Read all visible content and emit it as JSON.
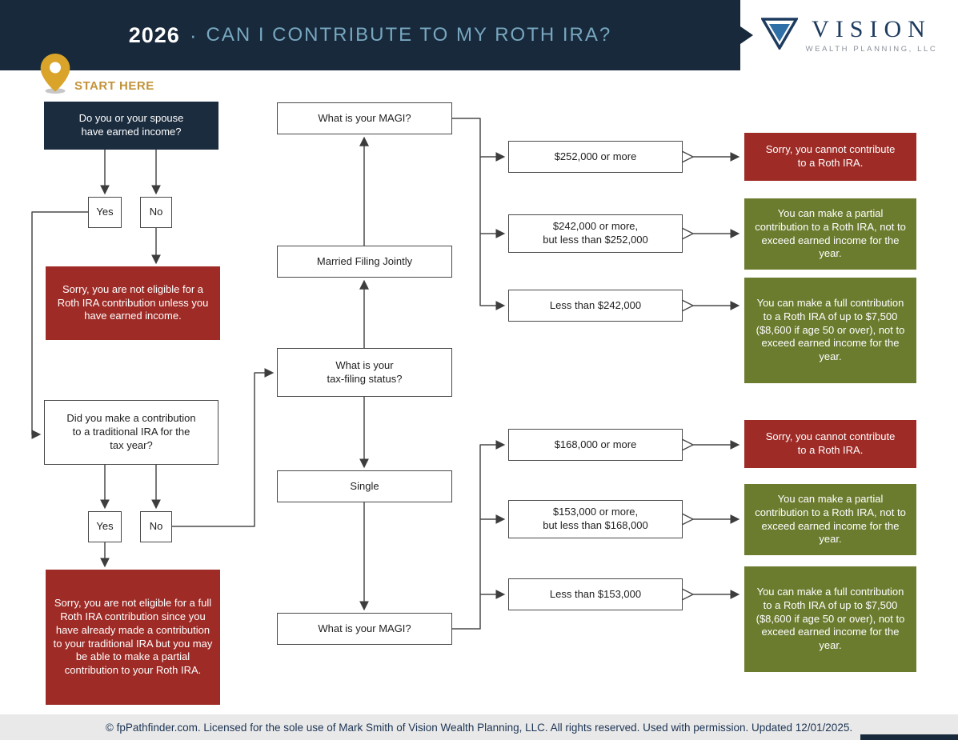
{
  "header": {
    "year": "2026",
    "separator": "·",
    "title": "CAN I CONTRIBUTE TO MY ROTH IRA?",
    "logo": {
      "brand": "VISION",
      "subtitle": "WEALTH PLANNING, LLC"
    }
  },
  "start": {
    "label": "START HERE"
  },
  "nodes": {
    "earned_income_q": "Do you or your spouse\nhave earned income?",
    "earned_income_yes": "Yes",
    "earned_income_no": "No",
    "no_income_result": "Sorry, you are not eligible for a Roth IRA contribution unless you have earned income.",
    "traditional_ira_q": "Did you make a contribution\nto a traditional IRA for the\ntax year?",
    "traditional_yes": "Yes",
    "traditional_no": "No",
    "traditional_result": "Sorry, you are not eligible for a full Roth IRA contribution since you have already made a contribution to your traditional IRA but you may be able to make a partial contribution to your Roth IRA.",
    "filing_status_q": "What is your\ntax-filing status?",
    "married": "Married Filing Jointly",
    "married_magi_q": "What is your MAGI?",
    "married_magi_high": "$252,000 or more",
    "married_magi_mid": "$242,000 or more,\nbut less than $252,000",
    "married_magi_low": "Less than $242,000",
    "married_result_none": "Sorry, you cannot contribute to a Roth IRA.",
    "married_result_partial": "You can make a partial contribution to a Roth IRA, not to exceed earned income for the year.",
    "married_result_full": "You can make a full contribution to a Roth IRA of up to $7,500 ($8,600 if age 50 or over), not to exceed earned income for the year.",
    "single": "Single",
    "single_magi_q": "What is your MAGI?",
    "single_magi_high": "$168,000 or more",
    "single_magi_mid": "$153,000 or more,\nbut less than $168,000",
    "single_magi_low": "Less than $153,000",
    "single_result_none": "Sorry, you cannot contribute to a Roth IRA.",
    "single_result_partial": "You can make a partial contribution to a Roth IRA, not to exceed earned income for the year.",
    "single_result_full": "You can make a full contribution to a Roth IRA of up to $7,500 ($8,600 if age 50 or over), not to exceed earned income for the year."
  },
  "footer": {
    "text": "© fpPathfinder.com. Licensed for the sole use of Mark Smith of Vision Wealth Planning, LLC. All rights reserved. Used with permission. Updated 12/01/2025."
  },
  "colors": {
    "header_navy": "#17293b",
    "title_accent": "#78a7bf",
    "stop_red": "#9e2b26",
    "go_green": "#6b7c2f",
    "start_gold": "#d2a12d",
    "line_gray": "#4a4a4a"
  }
}
